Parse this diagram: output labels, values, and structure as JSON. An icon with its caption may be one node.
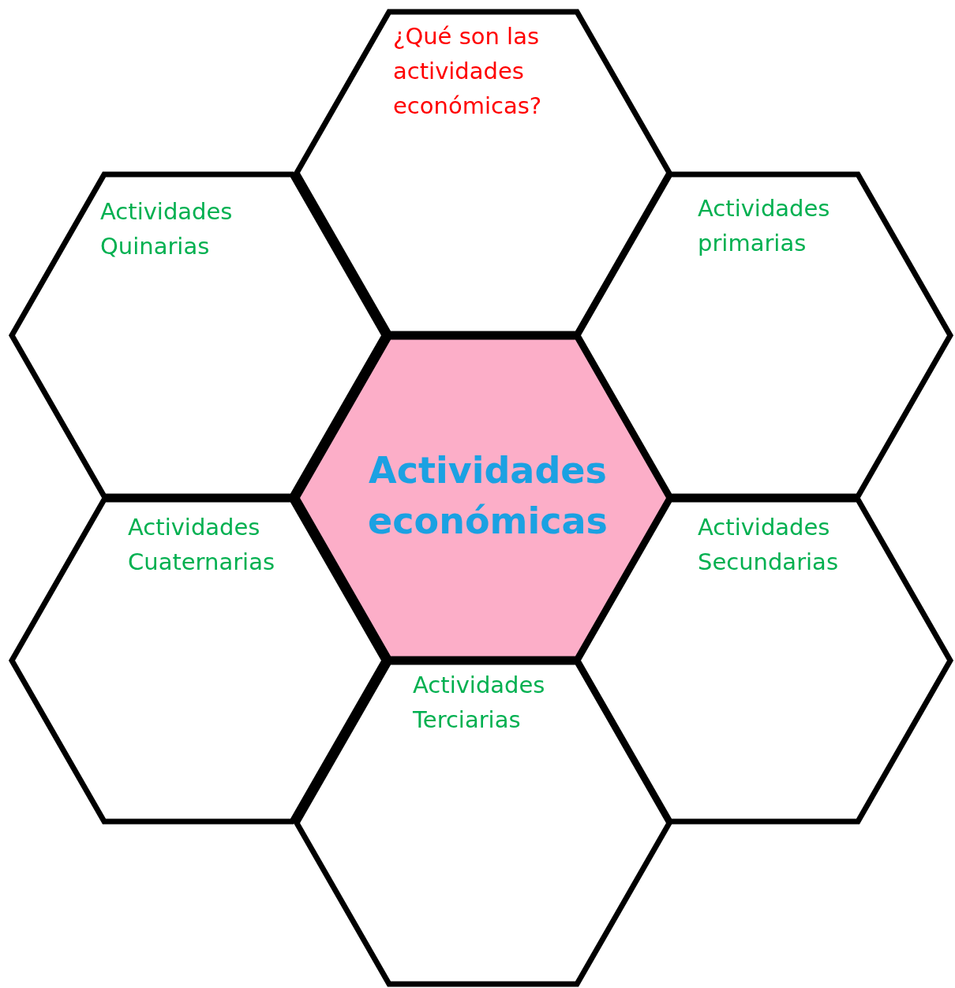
{
  "diagram": {
    "nodes": [
      {
        "text": [
          "¿Qué son las actividades económicas?"
        ]
      },
      {
        "text": [
          "Actividades Quinarias"
        ]
      },
      {
        "text": [
          "Actividades primarias"
        ]
      },
      {
        "text": [
          "Actividades económicas"
        ]
      },
      {
        "text": [
          "Actividades Cuaternarias"
        ]
      },
      {
        "text": [
          "Actividades Secundarias"
        ]
      },
      {
        "text": [
          "Actividades Terciarias"
        ]
      }
    ]
  }
}
